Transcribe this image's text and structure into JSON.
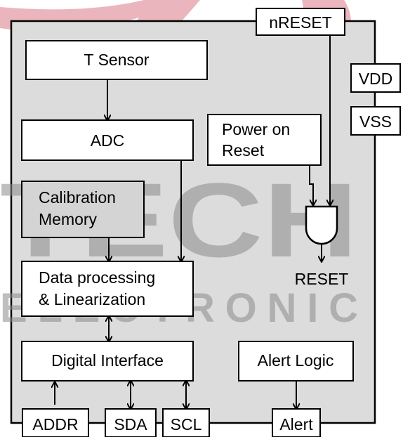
{
  "watermark": {
    "top_text": "TECH",
    "bottom_text": "ELECTRONIC",
    "colors": {
      "red_arc": "#e8a9b2",
      "gray_text": "#8c8c8c"
    }
  },
  "diagram": {
    "block_fill": "#ffffff",
    "chip_fill": "#dcdcdc",
    "calibration_fill": "#d4d4d4",
    "blocks": {
      "t_sensor": "T Sensor",
      "adc": "ADC",
      "calibration_line1": "Calibration",
      "calibration_line2": "Memory",
      "por_line1": "Power on",
      "por_line2": "Reset",
      "data_proc_line1": "Data processing",
      "data_proc_line2": "& Linearization",
      "digital_interface": "Digital Interface",
      "alert_logic": "Alert  Logic",
      "reset_label": "RESET"
    },
    "pins": {
      "nreset": "nRESET",
      "vdd": "VDD",
      "vss": "VSS",
      "addr": "ADDR",
      "sda": "SDA",
      "scl": "SCL",
      "alert": "Alert"
    }
  }
}
